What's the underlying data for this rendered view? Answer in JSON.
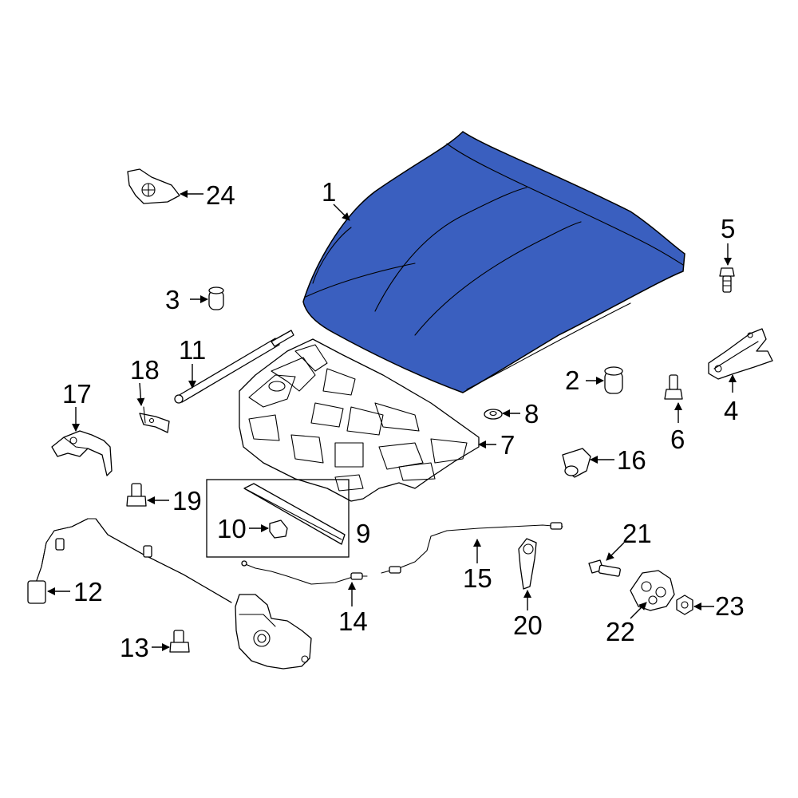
{
  "colors": {
    "hood": "#3a5fbf",
    "line": "#000000",
    "background": "#ffffff"
  },
  "callouts": {
    "c1": "1",
    "c2": "2",
    "c3": "3",
    "c4": "4",
    "c5": "5",
    "c6": "6",
    "c7": "7",
    "c8": "8",
    "c9": "9",
    "c10": "10",
    "c11": "11",
    "c12": "12",
    "c13": "13",
    "c14": "14",
    "c15": "15",
    "c16": "16",
    "c17": "17",
    "c18": "18",
    "c19": "19",
    "c20": "20",
    "c21": "21",
    "c22": "22",
    "c23": "23",
    "c24": "24"
  }
}
